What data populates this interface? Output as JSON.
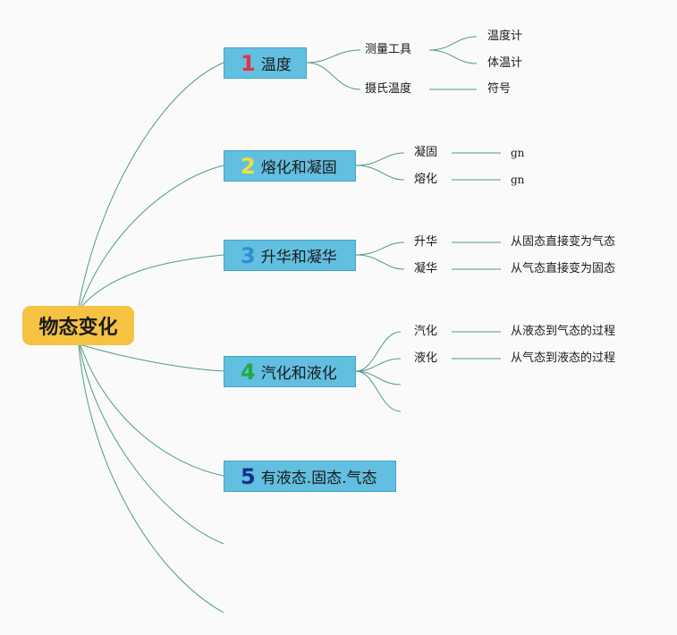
{
  "root": {
    "label": "物态变化"
  },
  "topics": [
    {
      "number": "1",
      "number_color": "#e8303f",
      "label": "温度",
      "subtopics": [
        {
          "label": "测量工具",
          "children": [
            "温度计",
            "体温计"
          ]
        },
        {
          "label": "摄氏温度",
          "children": [
            "符号"
          ]
        }
      ]
    },
    {
      "number": "2",
      "number_color": "#f2e03a",
      "label": "熔化和凝固",
      "subtopics": [
        {
          "label": "凝固",
          "children": [
            "gn"
          ]
        },
        {
          "label": "熔化",
          "children": [
            "gn"
          ]
        }
      ]
    },
    {
      "number": "3",
      "number_color": "#2c8fd6",
      "label": "升华和凝华",
      "subtopics": [
        {
          "label": "升华",
          "children": [
            "从固态直接变为气态"
          ]
        },
        {
          "label": "凝华",
          "children": [
            "从气态直接变为固态"
          ]
        }
      ]
    },
    {
      "number": "4",
      "number_color": "#22a84a",
      "label": "汽化和液化",
      "subtopics": [
        {
          "label": "汽化",
          "children": [
            "从液态到气态的过程"
          ]
        },
        {
          "label": "液化",
          "children": [
            "从气态到液态的过程"
          ]
        },
        {
          "label": "",
          "children": []
        },
        {
          "label": "",
          "children": []
        }
      ]
    },
    {
      "number": "5",
      "number_color": "#12338a",
      "label": "有液态.固态.气态",
      "subtopics": []
    }
  ],
  "colors": {
    "root_fill": "#f5c242",
    "topic_fill": "#62bfe0",
    "connector": "#4f9a88"
  }
}
